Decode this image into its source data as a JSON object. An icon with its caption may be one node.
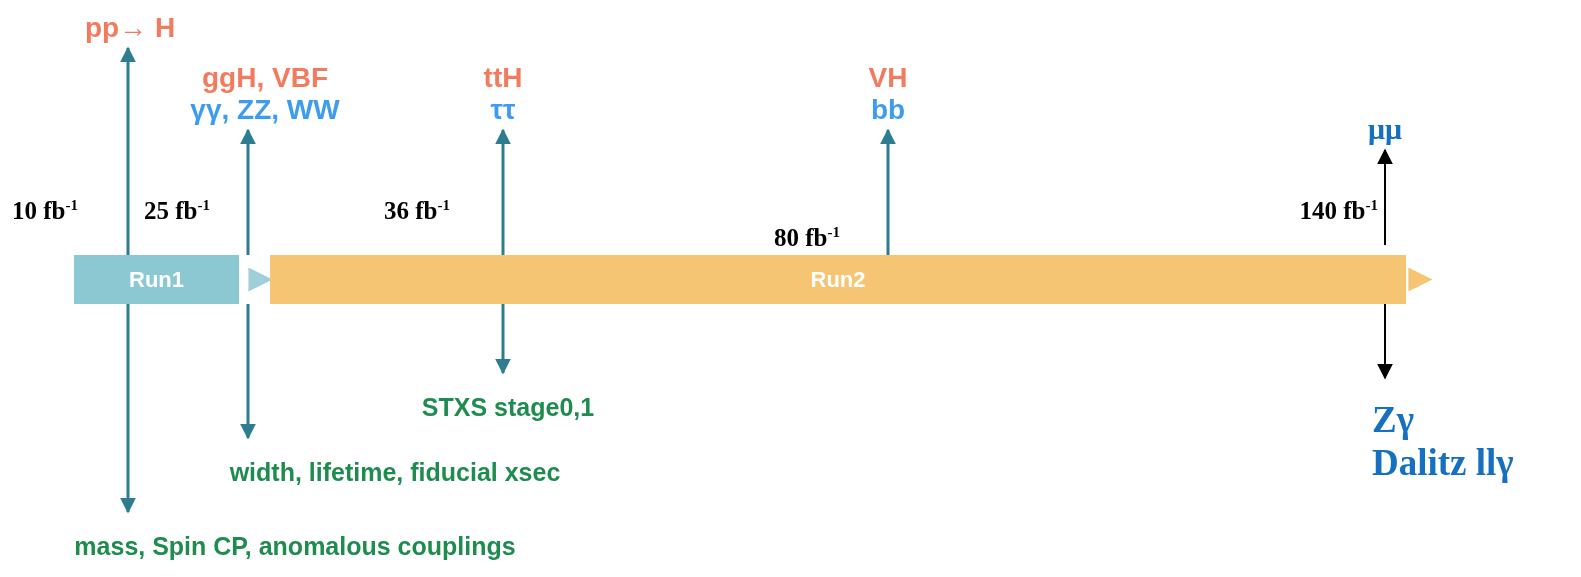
{
  "diagram": {
    "nodes": [
      {
        "text": [
          "Run1"
        ]
      },
      {
        "text": [
          "Run2"
        ]
      },
      {
        "text": [
          "pp→ H"
        ]
      },
      {
        "text": [
          "ggH, VBF",
          "γγ, ZZ, WW"
        ]
      },
      {
        "text": [
          "ttH",
          "ττ"
        ]
      },
      {
        "text": [
          "VH",
          "bb"
        ]
      },
      {
        "text": [
          "μμ"
        ]
      },
      {
        "text": [
          "STXS stage0,1"
        ]
      },
      {
        "text": [
          "width, lifetime, fiducial xsec"
        ]
      },
      {
        "text": [
          "mass, Spin CP, anomalous couplings"
        ]
      },
      {
        "text": [
          "Zγ",
          "Dalitz llγ"
        ]
      }
    ],
    "edges": [
      {
        "from": 0,
        "to": 1,
        "arrow": "to",
        "color": "#9fd0da"
      },
      {
        "from": 1,
        "to": null,
        "arrow": "to",
        "color": "#f5c573"
      },
      {
        "from": 0,
        "to": 2,
        "arrow": "to"
      },
      {
        "from": 0,
        "to": 9,
        "arrow": "to"
      },
      {
        "from": 0,
        "to": 3,
        "arrow": "to"
      },
      {
        "from": 0,
        "to": 8,
        "arrow": "to"
      },
      {
        "from": 1,
        "to": 4,
        "arrow": "to"
      },
      {
        "from": 1,
        "to": 7,
        "arrow": "to"
      },
      {
        "from": 1,
        "to": 5,
        "arrow": "to"
      },
      {
        "from": 1,
        "to": 6,
        "arrow": "to",
        "color": "#000000"
      },
      {
        "from": 1,
        "to": 10,
        "arrow": "to",
        "color": "#000000"
      }
    ],
    "labels": [
      "10 fb$^{-1}$",
      "25 fb$^{-1}$",
      "36 fb$^{-1}$",
      "80 fb$^{-1}$",
      "140 fb$^{-1}$"
    ]
  }
}
